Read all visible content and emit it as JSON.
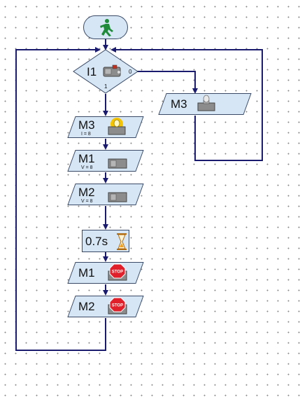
{
  "program": {
    "start": {
      "icon": "running-man-icon"
    },
    "branch": {
      "input_label": "I1",
      "true_label": "1",
      "false_label": "0",
      "icon": "push-button-sensor-icon"
    },
    "false_branch": [
      {
        "label": "M3",
        "icon": "lamp-icon",
        "param": ""
      }
    ],
    "true_branch": [
      {
        "label": "M3",
        "param": "I = 8",
        "icon": "lamp-on-icon"
      },
      {
        "label": "M1",
        "param": "V = 8",
        "icon": "motor-ccw-icon"
      },
      {
        "label": "M2",
        "param": "V = 8",
        "icon": "motor-ccw-icon"
      },
      {
        "label": "0.7s",
        "icon": "hourglass-icon",
        "kind": "wait"
      },
      {
        "label": "M1",
        "param": "",
        "icon": "motor-stop-icon"
      },
      {
        "label": "M2",
        "param": "",
        "icon": "motor-stop-icon"
      }
    ],
    "stop_text": "STOP"
  },
  "colors": {
    "node_fill": "#d6e6f5",
    "node_border": "#3a4a66",
    "connector": "#1a1a6e",
    "stop_red": "#e0202a",
    "lamp_yellow": "#f5c400",
    "motor_green": "#1f8a3a",
    "hourglass_orange": "#f0a020"
  }
}
